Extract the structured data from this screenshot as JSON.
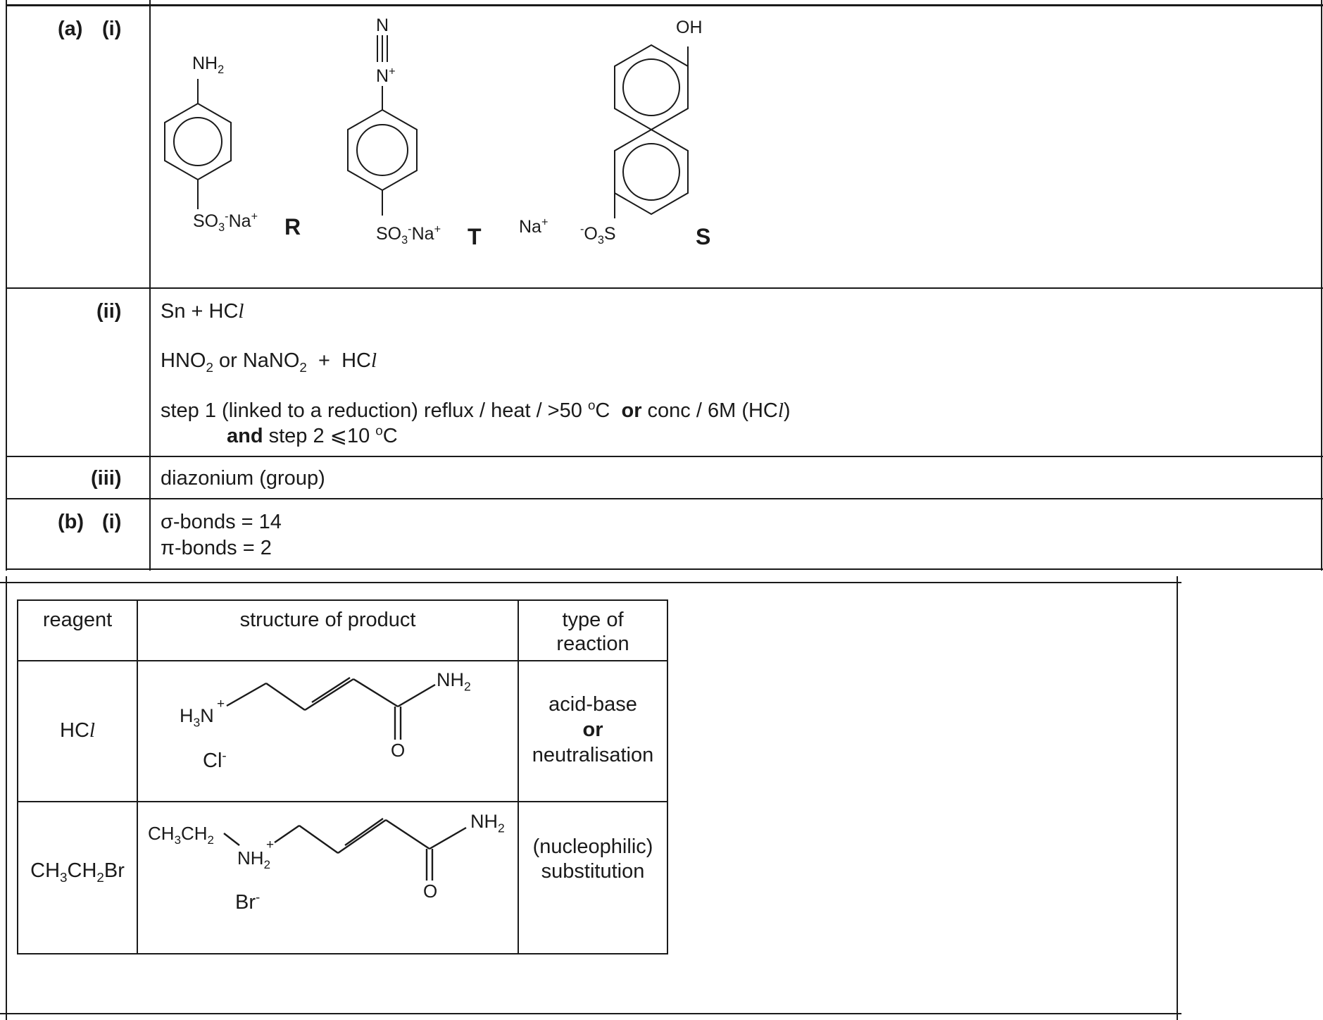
{
  "part_a": {
    "label_a": "(a)",
    "label_i": "(i)",
    "compounds": {
      "R": {
        "top_group": "NH",
        "top_sub": "2",
        "bottom_group": "SO",
        "bottom_sub": "3",
        "bottom_sup": "-",
        "bottom_ion": "Na",
        "bottom_ion_sup": "+",
        "letter": "R"
      },
      "T": {
        "top_n": "N",
        "n_plus": "N",
        "n_plus_sup": "+",
        "bottom_group": "SO",
        "bottom_sub": "3",
        "bottom_sup": "-",
        "bottom_ion": "Na",
        "bottom_ion_sup": "+",
        "letter": "T"
      },
      "S": {
        "top_group": "OH",
        "counter_ion": "Na",
        "counter_ion_sup": "+",
        "bottom_pre_sup": "-",
        "bottom_group": "O",
        "bottom_sub": "3",
        "bottom_end": "S",
        "letter": "S"
      }
    }
  },
  "part_a_ii": {
    "label": "(ii)",
    "line1_text": "Sn + HC",
    "line1_l": "l",
    "line2_a": "HNO",
    "line2_a_sub": "2",
    "line2_b": " or NaNO",
    "line2_b_sub": "2",
    "line2_c": "  +  HC",
    "line2_l": "l",
    "line3_a": "step 1 (linked to a reduction) reflux / heat / >50 ",
    "line3_deg": "o",
    "line3_b": "C  ",
    "line3_or": "or",
    "line3_c": " conc / 6M (HC",
    "line3_l": "l",
    "line3_d": ")",
    "line4_and": "and",
    "line4_rest": " step 2 ⩽10 ",
    "line4_deg": "o",
    "line4_c": "C"
  },
  "part_a_iii": {
    "label": "(iii)",
    "text": "diazonium (group)"
  },
  "part_b": {
    "label_b": "(b)",
    "label_i": "(i)",
    "sigma": "σ-bonds = 14",
    "pi": "π-bonds = 2"
  },
  "reagent_table": {
    "headers": {
      "reagent": "reagent",
      "structure": "structure of product",
      "type_line1": "type of",
      "type_line2": "reaction"
    },
    "row1": {
      "reagent_a": "HC",
      "reagent_l": "l",
      "h3n_a": "H",
      "h3n_sub": "3",
      "h3n_b": "N",
      "plus": "+",
      "nh2_a": "NH",
      "nh2_sub": "2",
      "o": "O",
      "anion": "Cl",
      "anion_sup": "-",
      "type_line1": "acid-base",
      "type_line2": "or",
      "type_line3": "neutralisation"
    },
    "row2": {
      "reagent_a": "CH",
      "reagent_sub1": "3",
      "reagent_b": "CH",
      "reagent_sub2": "2",
      "reagent_c": "Br",
      "ethyl_a": "CH",
      "ethyl_sub1": "3",
      "ethyl_b": "CH",
      "ethyl_sub2": "2",
      "nh2_a": "NH",
      "nh2_sub": "2",
      "plus": "+",
      "amide_a": "NH",
      "amide_sub": "2",
      "o": "O",
      "anion": "Br",
      "anion_sup": "-",
      "type_line1": "(nucleophilic)",
      "type_line2": "substitution"
    }
  }
}
